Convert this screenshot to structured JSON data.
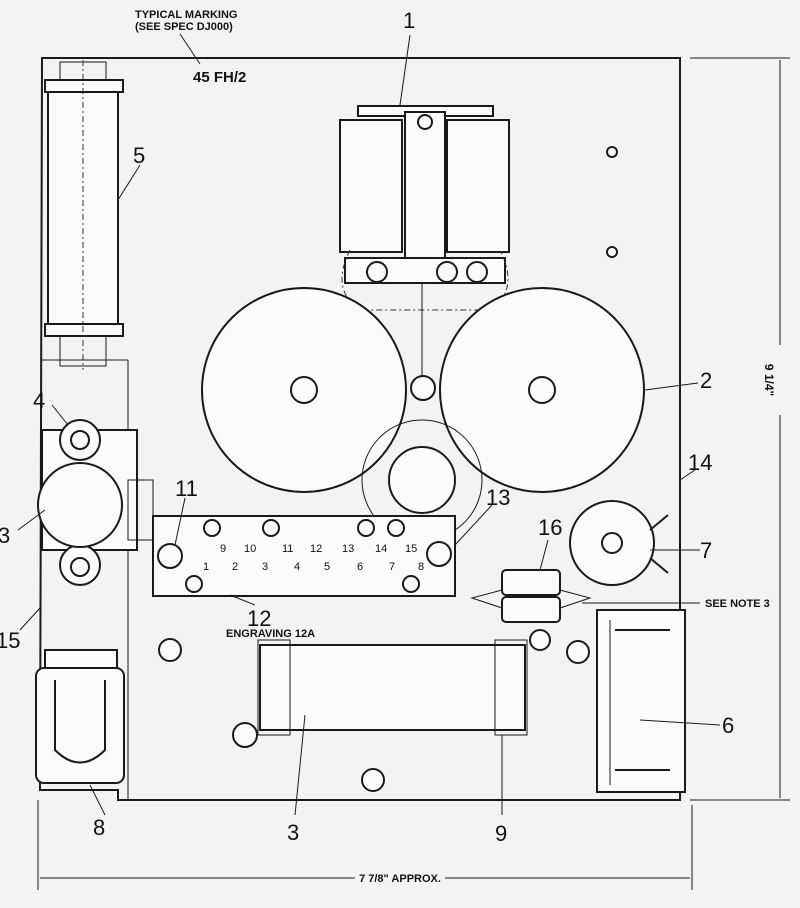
{
  "notes": {
    "typical_marking": "TYPICAL MARKING",
    "see_spec": "(SEE SPEC DJ000)",
    "marking_value": "45 FH/2",
    "see_note": "SEE NOTE 3",
    "engraving": "ENGRAVING 12A"
  },
  "dimensions": {
    "height": "9 1/4\"",
    "width": "7 7/8\" APPROX."
  },
  "callouts": {
    "c1": "1",
    "c2": "2",
    "c3a": "3",
    "c3b": "3",
    "c4": "4",
    "c5": "5",
    "c6": "6",
    "c7": "7",
    "c8": "8",
    "c9": "9",
    "c11": "11",
    "c12": "12",
    "c13": "13",
    "c14": "14",
    "c15": "15",
    "c16": "16"
  },
  "terminals": {
    "top": [
      "9",
      "10",
      "11",
      "12",
      "13",
      "14",
      "15"
    ],
    "bottom": [
      "1",
      "2",
      "3",
      "4",
      "5",
      "6",
      "7",
      "8"
    ]
  }
}
